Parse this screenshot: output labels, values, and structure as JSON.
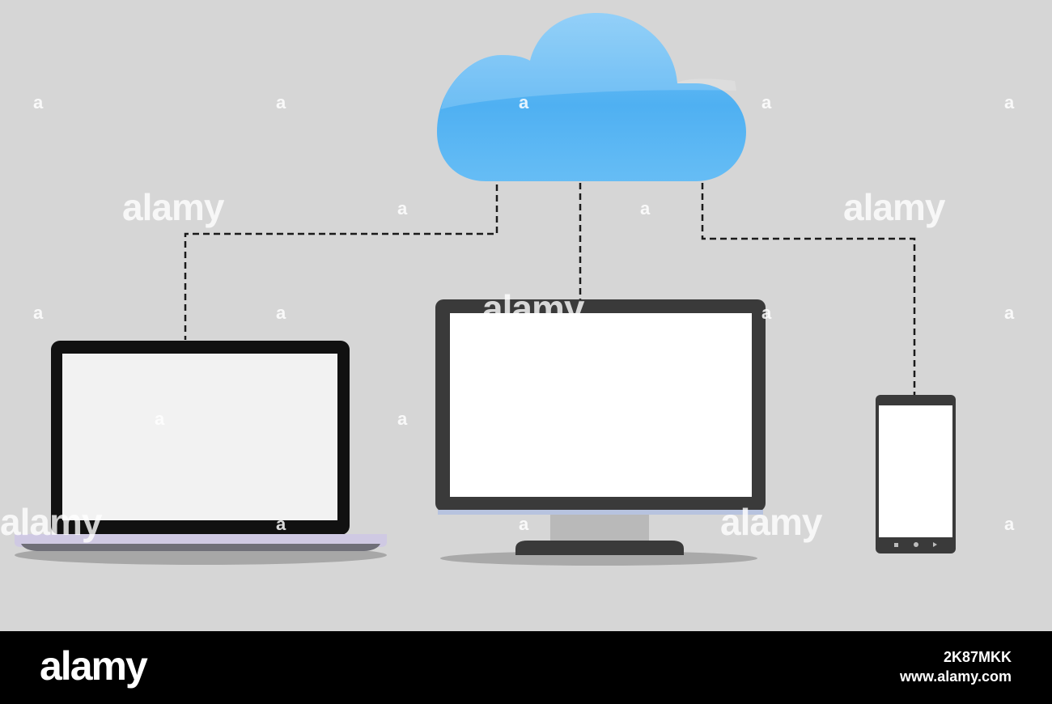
{
  "colors": {
    "background": "#d6d6d6",
    "cloud": "#5ab8f5",
    "connector": "#1a1a1a",
    "device_frame": "#3a3a3a",
    "laptop_bezel": "#111111",
    "laptop_base": "#cfc9e3",
    "screen": "#ffffff",
    "footer": "#000000"
  },
  "diagram": {
    "nodes": [
      {
        "id": "cloud",
        "icon": "cloud-icon"
      },
      {
        "id": "laptop",
        "icon": "laptop-icon"
      },
      {
        "id": "desktop-monitor",
        "icon": "monitor-icon"
      },
      {
        "id": "smartphone",
        "icon": "smartphone-icon"
      }
    ],
    "edges": [
      {
        "from": "cloud",
        "to": "laptop",
        "style": "dashed"
      },
      {
        "from": "cloud",
        "to": "desktop-monitor",
        "style": "dashed"
      },
      {
        "from": "cloud",
        "to": "smartphone",
        "style": "dashed"
      }
    ]
  },
  "watermark": {
    "word": "alamy",
    "letter": "a"
  },
  "footer": {
    "logo": "alamy",
    "image_id": "2K87MKK",
    "url": "www.alamy.com"
  }
}
